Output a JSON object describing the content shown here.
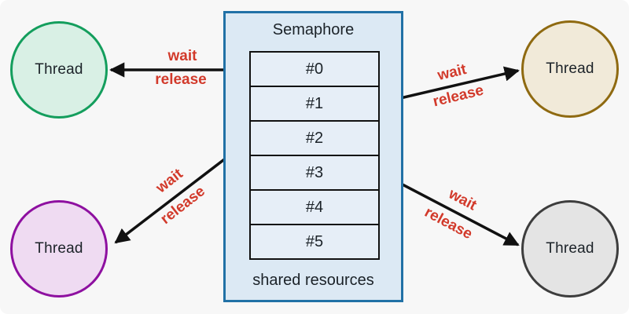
{
  "colors": {
    "background": "#f7f7f7",
    "arrow": "#111111",
    "label_red": "#d23a2b",
    "text": "#1b2228",
    "semaphore_border": "#2171a6",
    "semaphore_fill": "#dce9f4",
    "slot_fill": "#e6eef7",
    "slot_border": "#111111"
  },
  "semaphore": {
    "title": "Semaphore",
    "caption": "shared resources",
    "slots": [
      "#0",
      "#1",
      "#2",
      "#3",
      "#4",
      "#5"
    ]
  },
  "threads": [
    {
      "label": "Thread",
      "position": "top-left",
      "fill": "#d9f0e5",
      "border": "#149e5d"
    },
    {
      "label": "Thread",
      "position": "top-right",
      "fill": "#f1ead9",
      "border": "#8f6a11"
    },
    {
      "label": "Thread",
      "position": "bottom-left",
      "fill": "#efdbf2",
      "border": "#8e10a0"
    },
    {
      "label": "Thread",
      "position": "bottom-right",
      "fill": "#e4e4e4",
      "border": "#3d3d3d"
    }
  ],
  "arrow_labels": [
    {
      "wait": "wait",
      "release": "release"
    },
    {
      "wait": "wait",
      "release": "release"
    },
    {
      "wait": "wait",
      "release": "release"
    },
    {
      "wait": "wait",
      "release": "release"
    }
  ]
}
